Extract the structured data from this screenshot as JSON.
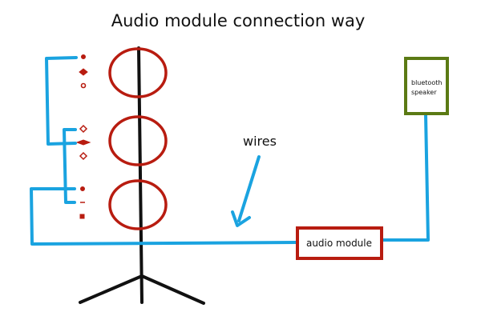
{
  "title": "Audio module connection way",
  "wires_label": "wires",
  "audio_module": {
    "label": "audio module"
  },
  "bluetooth_speaker": {
    "line1": "bluetooth",
    "line2": "speaker"
  },
  "colors": {
    "wire": "#1aa3e0",
    "ring": "#b81c10",
    "module_border": "#b81c10",
    "speaker_border": "#5b7a14",
    "stand": "#111111",
    "text": "#111111"
  }
}
